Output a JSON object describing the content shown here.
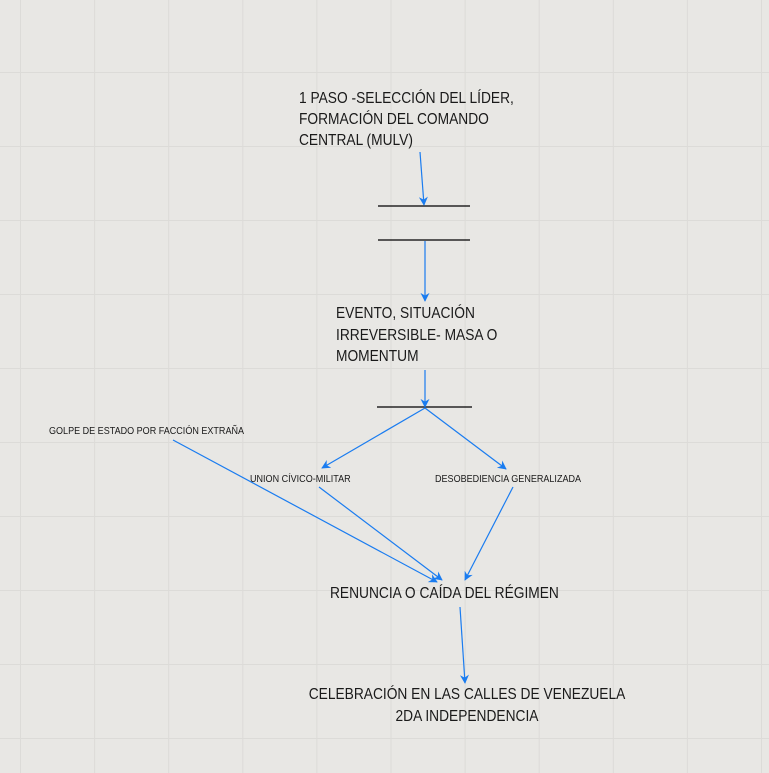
{
  "nodes": {
    "step1": [
      "1 PASO -SELECCIÓN DEL LÍDER,",
      "FORMACIÓN DEL  COMANDO",
      "CENTRAL (MULV)"
    ],
    "event": [
      "EVENTO, SITUACIÓN",
      "IRREVERSIBLE- MASA O",
      "MOMENTUM"
    ],
    "coup": "GOLPE DE ESTADO POR FACCIÓN EXTRAÑA",
    "civic_military": "UNION CÍVICO-MILITAR",
    "disobedience": "DESOBEDIENCIA GENERALIZADA",
    "resignation": "RENUNCIA O CAÍDA DEL RÉGIMEN",
    "celebration": [
      "CELEBRACIÓN EN LAS CALLES DE VENEZUELA",
      "2DA INDEPENDENCIA"
    ]
  },
  "colors": {
    "arrow": "#1a7cf0",
    "background": "#e8e7e4",
    "grid": "#dcdbd8"
  }
}
